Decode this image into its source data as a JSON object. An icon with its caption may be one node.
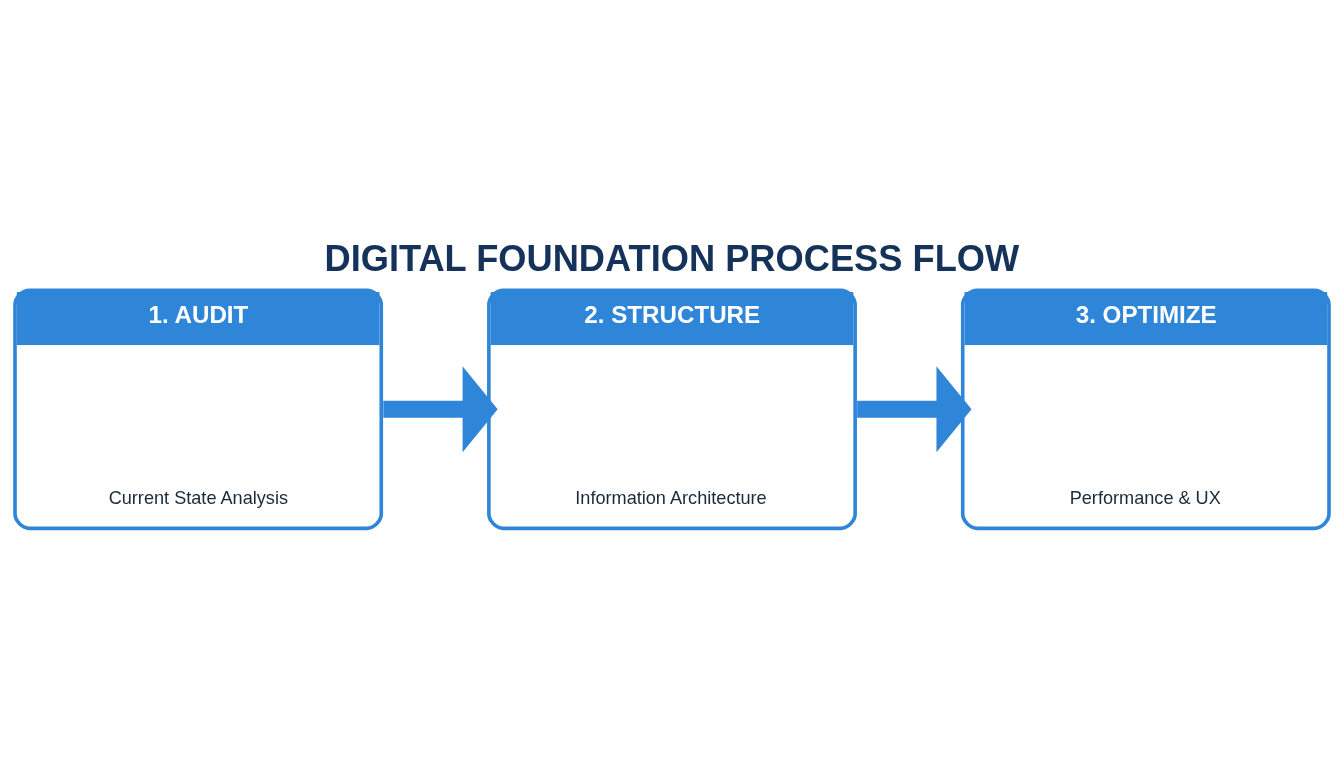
{
  "diagram": {
    "title": "DIGITAL FOUNDATION PROCESS FLOW",
    "nodes": [
      {
        "text": [
          "1. AUDIT",
          "Current State Analysis"
        ]
      },
      {
        "text": [
          "2. STRUCTURE",
          "Information Architecture"
        ]
      },
      {
        "text": [
          "3. OPTIMIZE",
          "Performance & UX"
        ]
      }
    ],
    "edges": [
      {
        "from": 0,
        "to": 1,
        "arrow": "to"
      },
      {
        "from": 1,
        "to": 2,
        "arrow": "to"
      }
    ]
  }
}
